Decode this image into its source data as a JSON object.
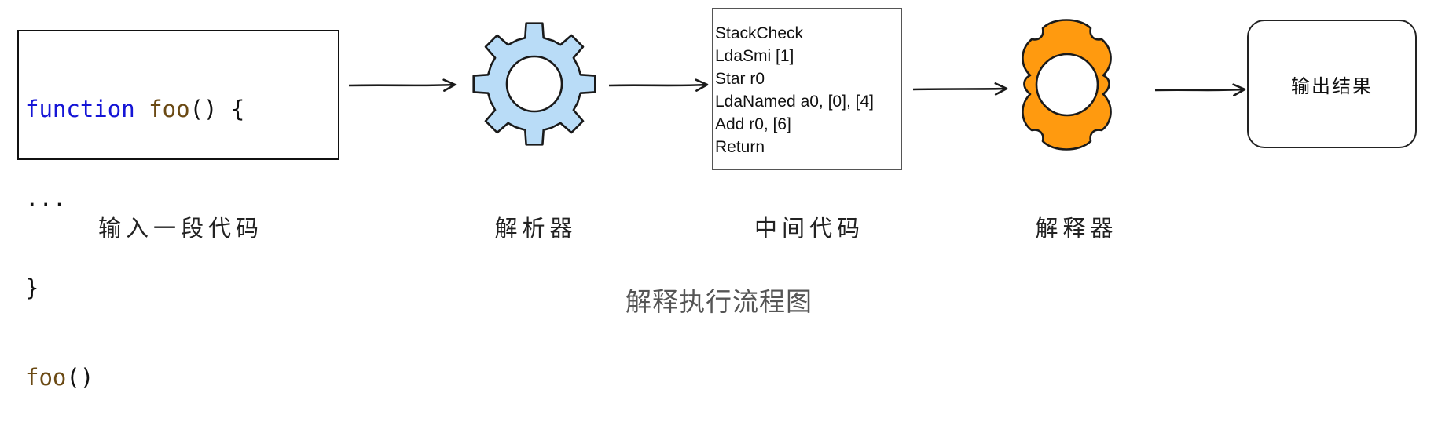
{
  "code_input": {
    "line1_keyword": "function",
    "line1_name": "foo",
    "line1_rest": "() {",
    "line2": "...",
    "line3": "}",
    "line4_name": "foo",
    "line4_rest": "()"
  },
  "bytecode": {
    "lines": [
      "StackCheck",
      "LdaSmi [1]",
      "Star r0",
      "LdaNamed a0, [0], [4]",
      "Add r0, [6]",
      "Return"
    ]
  },
  "output": {
    "text": "输出结果"
  },
  "labels": {
    "input": "输入一段代码",
    "parser": "解析器",
    "intermediate": "中间代码",
    "interpreter": "解释器"
  },
  "caption": "解释执行流程图",
  "icons": {
    "parser_gear": "gear-icon",
    "interpreter_gear": "gear-icon",
    "arrow": "arrow-right-icon"
  },
  "colors": {
    "keyword": "#1515d6",
    "identifier": "#6b4a14",
    "parser_gear_fill": "#b9dcf7",
    "interpreter_gear_fill": "#ff9a0f",
    "stroke": "#1a1a1a"
  }
}
